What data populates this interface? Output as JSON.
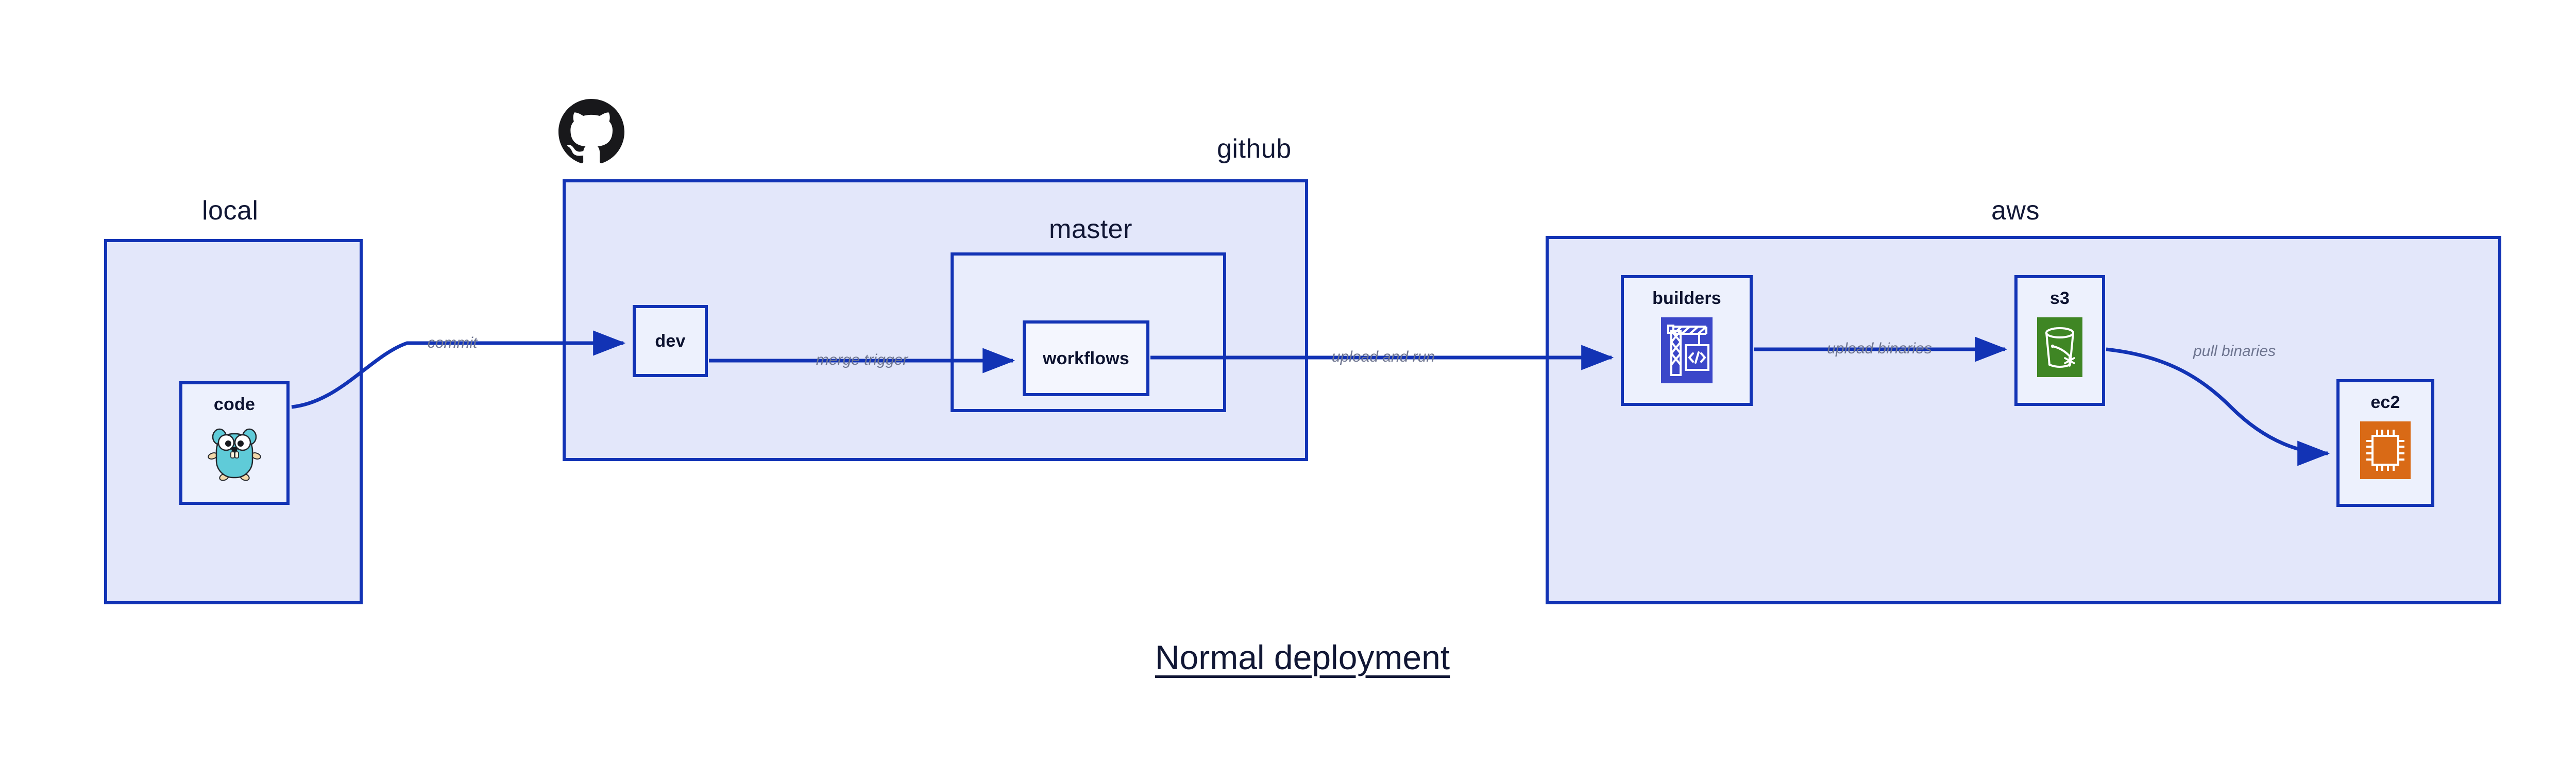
{
  "diagram": {
    "title": "Normal deployment",
    "background": "#ffffff",
    "accent_border": "#1233b5",
    "group_fill": "#e3e7fa",
    "nested_group_fill": "#e9edfc",
    "node_fill": "#edf1fd",
    "label_color": "#111735",
    "edge_label_color": "#6e7590"
  },
  "groups": {
    "local": {
      "label": "local"
    },
    "github": {
      "label": "github"
    },
    "master": {
      "label": "master"
    },
    "aws": {
      "label": "aws"
    }
  },
  "nodes": {
    "code": {
      "label": "code",
      "icon": "go-gopher-icon"
    },
    "dev": {
      "label": "dev",
      "icon": "none"
    },
    "workflows": {
      "label": "workflows",
      "icon": "none"
    },
    "builders": {
      "label": "builders",
      "icon": "aws-codebuild-icon",
      "icon_color": "#3b47c9"
    },
    "s3": {
      "label": "s3",
      "icon": "aws-s3-bucket-icon",
      "icon_color": "#3f8624"
    },
    "ec2": {
      "label": "ec2",
      "icon": "aws-ec2-chip-icon",
      "icon_color": "#d96a16"
    }
  },
  "edges": [
    {
      "id": "commit",
      "label": "commit",
      "from": "code",
      "to": "dev"
    },
    {
      "id": "merge-trigger",
      "label": "merge trigger",
      "from": "dev",
      "to": "workflows"
    },
    {
      "id": "upload-and-run",
      "label": "upload and run",
      "from": "workflows",
      "to": "builders"
    },
    {
      "id": "upload-binaries",
      "label": "upload binaries",
      "from": "builders",
      "to": "s3"
    },
    {
      "id": "pull-binaries",
      "label": "pull binaries",
      "from": "s3",
      "to": "ec2"
    }
  ],
  "logos": {
    "github": {
      "name": "github-octocat-logo",
      "color": "#18181b"
    }
  }
}
